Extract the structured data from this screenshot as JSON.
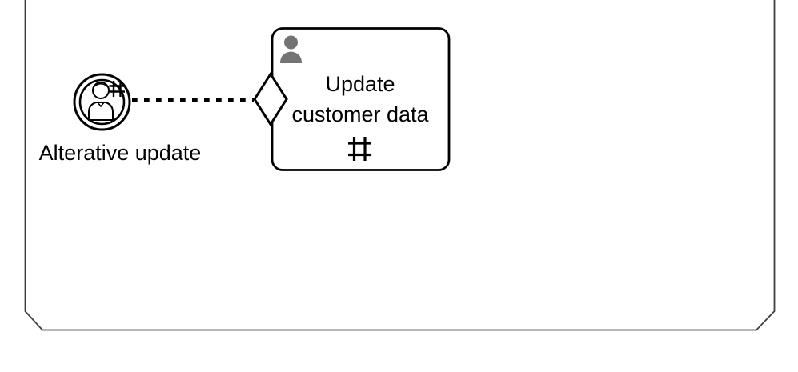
{
  "colors": {
    "background": "#ffffff",
    "shape_stroke": "#000000",
    "shape_fill": "#ffffff",
    "container_stroke": "#3f3f3f",
    "user_silhouette_fill": "#737373"
  },
  "container": {
    "kind": "process-boundary-with-chamfered-bottom-corners"
  },
  "event": {
    "label": "Alterative update",
    "icons": {
      "person": "user-icon",
      "hash": "hash-icon"
    }
  },
  "connector": {
    "style": "dashed"
  },
  "task": {
    "label_lines": [
      "Update",
      "customer data"
    ],
    "icons": {
      "assignee": "user-icon",
      "marker": "hash-marker-icon"
    }
  }
}
